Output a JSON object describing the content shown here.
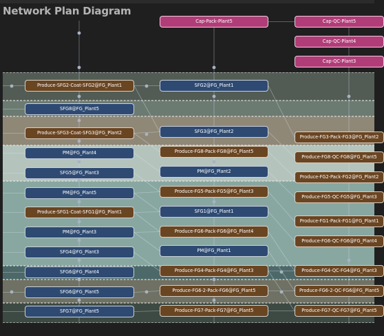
{
  "title": "Network Plan Diagram",
  "colors": {
    "background": "#1f1f1f",
    "node_blue": "#2e4a72",
    "node_brown": "#6a4522",
    "node_pink": "#b13d78",
    "band_colors": [
      "#525c54",
      "#6c7b72",
      "#8f8877",
      "#b4c4bd",
      "#88a7a1",
      "#4d6868",
      "#6e7163",
      "#3d4a43"
    ]
  },
  "nodes": [
    {
      "label": "Cap-Pack-Plant5",
      "kind": "pink"
    },
    {
      "label": "Cap-QC-Plant5",
      "kind": "pink"
    },
    {
      "label": "Cap-QC-Plant4",
      "kind": "pink"
    },
    {
      "label": "Cap-QC-Plant3",
      "kind": "pink"
    },
    {
      "label": "Produce-SFG2-Coat-SFG2@FG_Plant1",
      "kind": "brown"
    },
    {
      "label": "SFG2@FG_Plant1",
      "kind": "blue"
    },
    {
      "label": "SFG8@FG_Plant5",
      "kind": "blue"
    },
    {
      "label": "Produce-SFG3-Coat-SFG3@FG_Plant2",
      "kind": "brown"
    },
    {
      "label": "SFG3@FG_Plant2",
      "kind": "blue"
    },
    {
      "label": "Produce-FG3-Pack-FG3@FG_Plant2",
      "kind": "brown"
    },
    {
      "label": "PM@FG_Plant4",
      "kind": "blue"
    },
    {
      "label": "Produce-FG8-Pack-FG8@FG_Plant5",
      "kind": "brown"
    },
    {
      "label": "Produce-FG8-QC-FG8@FG_Plant5",
      "kind": "brown"
    },
    {
      "label": "SFG5@FG_Plant3",
      "kind": "blue"
    },
    {
      "label": "PM@FG_Plant2",
      "kind": "blue"
    },
    {
      "label": "Produce-FG2-Pack-FG2@FG_Plant2",
      "kind": "brown"
    },
    {
      "label": "PM@FG_Plant5",
      "kind": "blue"
    },
    {
      "label": "Produce-FG5-Pack-FG5@FG_Plant3",
      "kind": "brown"
    },
    {
      "label": "Produce-FG5-QC-FG5@FG_Plant3",
      "kind": "brown"
    },
    {
      "label": "Produce-SFG1-Coat-SFG1@FG_Plant1",
      "kind": "brown"
    },
    {
      "label": "SFG1@FG_Plant1",
      "kind": "blue"
    },
    {
      "label": "Produce-FG1-Pack-FG1@FG_Plant1",
      "kind": "brown"
    },
    {
      "label": "PM@FG_Plant3",
      "kind": "blue"
    },
    {
      "label": "Produce-FG6-Pack-FG6@FG_Plant4",
      "kind": "brown"
    },
    {
      "label": "Produce-FG6-QC-FG6@FG_Plant4",
      "kind": "brown"
    },
    {
      "label": "SFG4@FG_Plant3",
      "kind": "blue"
    },
    {
      "label": "PM@FG_Plant1",
      "kind": "blue"
    },
    {
      "label": "SFG6@FG_Plant4",
      "kind": "blue"
    },
    {
      "label": "Produce-FG4-Pack-FG4@FG_Plant3",
      "kind": "brown"
    },
    {
      "label": "Produce-FG4-QC-FG4@FG_Plant3",
      "kind": "brown"
    },
    {
      "label": "SFG6@FG_Plant5",
      "kind": "blue"
    },
    {
      "label": "Produce-FG6-2-Pack-FG6@FG_Plant5",
      "kind": "brown"
    },
    {
      "label": "Produce-FG6-2-QC-FG6@FG_Plant5",
      "kind": "brown"
    },
    {
      "label": "SFG7@FG_Plant5",
      "kind": "blue"
    },
    {
      "label": "Produce-FG7-Pack-FG7@FG_Plant5",
      "kind": "brown"
    },
    {
      "label": "Produce-FG7-QC-FG7@FG_Plant5",
      "kind": "brown"
    }
  ]
}
